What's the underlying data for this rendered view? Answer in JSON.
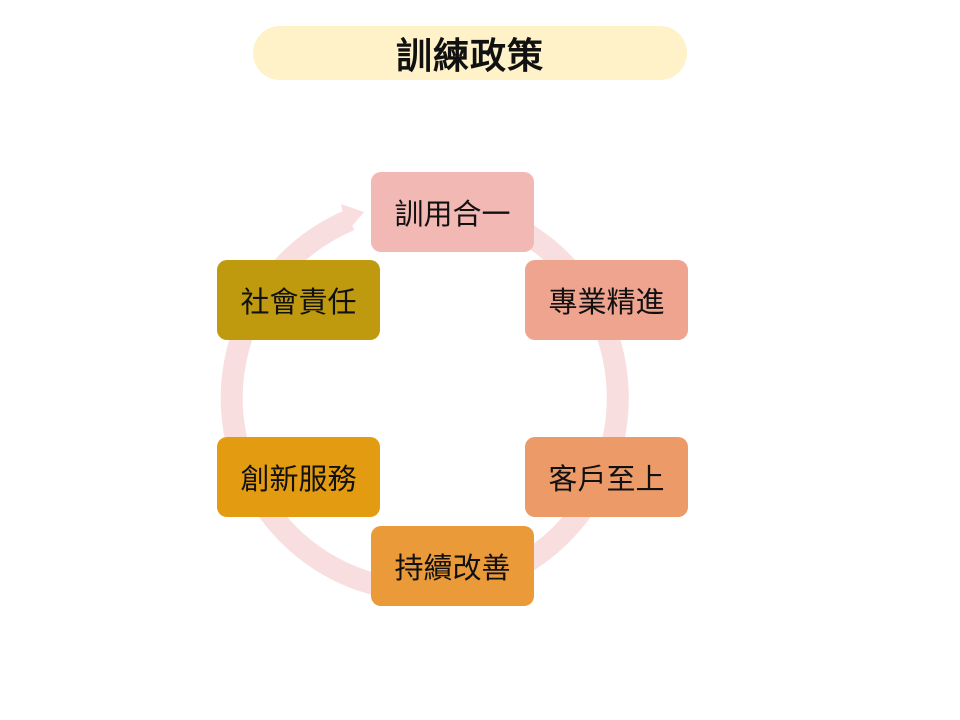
{
  "title": "訓練政策",
  "colors": {
    "title_bg": "#fff2c8",
    "ring": "#f8dede"
  },
  "cycle": {
    "nodes": [
      {
        "label": "訓用合一",
        "color": "#f2b8b4"
      },
      {
        "label": "專業精進",
        "color": "#efa490"
      },
      {
        "label": "客戶至上",
        "color": "#ec9a68"
      },
      {
        "label": "持續改善",
        "color": "#eb9a3a"
      },
      {
        "label": "創新服務",
        "color": "#e39b12"
      },
      {
        "label": "社會責任",
        "color": "#bf9a0e"
      }
    ]
  }
}
